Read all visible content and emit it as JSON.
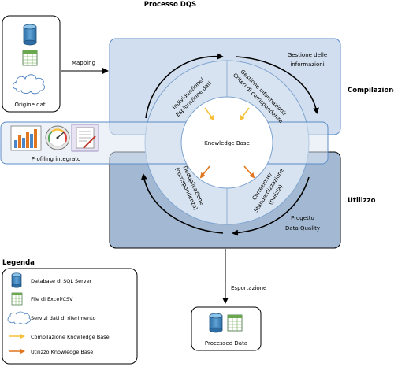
{
  "title": "Processo DQS",
  "origin": {
    "label": "Origine dati"
  },
  "mapping_label": "Mapping",
  "phases": {
    "compilazione": "Compilazione",
    "utilizzo": "Utilizzo"
  },
  "top_right_label": {
    "line1": "Gestione delle",
    "line2": "informazioni"
  },
  "center_label": "Knowledge Base",
  "quadrants": {
    "top_left": {
      "line1": "Individuazione/",
      "line2": "Esplorazione dati"
    },
    "top_right": {
      "line1": "Gestione informazioni/",
      "line2": "Criteri di corrispondenza"
    },
    "bottom_left": {
      "line1": "Deduplicazione",
      "line2": "(corrispondenza)"
    },
    "bottom_right": {
      "line1": "Correzione/",
      "line2": "Standardizzazione",
      "line3": "(pulizia)"
    }
  },
  "profiling_label": "Profiling integrato",
  "project_label": {
    "line1": "Progetto",
    "line2": "Data Quality"
  },
  "export_label": "Esportazione",
  "output_label": "Processed Data",
  "legend": {
    "title": "Legenda",
    "items": [
      {
        "icon": "database-icon",
        "label": "Database di SQL Server"
      },
      {
        "icon": "spreadsheet-icon",
        "label": "File di Excel/CSV"
      },
      {
        "icon": "cloud-icon",
        "label": "Servizi dati di riferimento"
      },
      {
        "icon": "yellow-arrow-icon",
        "label": "Compilazione Knowledge Base"
      },
      {
        "icon": "orange-arrow-icon",
        "label": "Utilizzo Knowledge Base"
      }
    ]
  },
  "colors": {
    "compile_fill": "#d1deef",
    "use_fill": "#a3b9d3",
    "ring_fill": "#d7e3f0",
    "yellow_arrow": "#f5c03c",
    "orange_arrow": "#e0761f"
  }
}
